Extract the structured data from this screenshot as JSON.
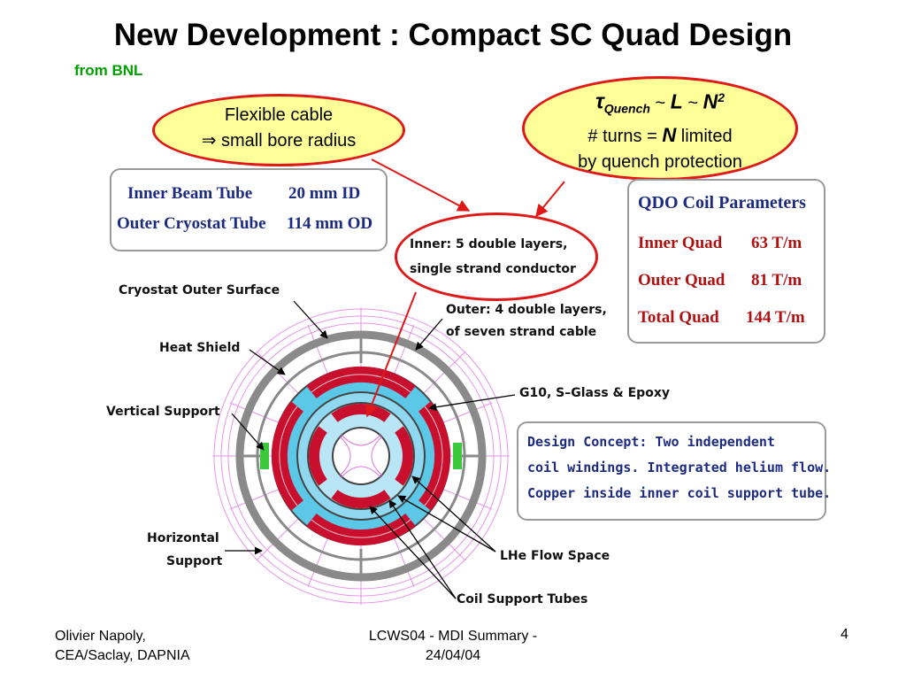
{
  "slide": {
    "title": "New Development : Compact SC Quad Design",
    "subtitle": "from BNL"
  },
  "callout_left": {
    "line1": "Flexible cable",
    "arrow": "⇒",
    "line2": " small bore radius"
  },
  "callout_right": {
    "tau": "τ",
    "quench": "Quench",
    "tilde1": " ~ ",
    "L": "L",
    "tilde2": " ~ ",
    "N": "N",
    "exp": "2",
    "turns_prefix": "# turns = ",
    "turns_N": "N",
    "turns_suffix": "  limited",
    "line3": "by quench protection"
  },
  "tube_box": {
    "row1_label": "Inner Beam Tube",
    "row1_value": "20 mm ID",
    "row2_label": "Outer Cryostat Tube",
    "row2_value": "114 mm OD"
  },
  "coil_params": {
    "title": "QDO Coil Parameters",
    "rows": [
      {
        "label": "Inner Quad",
        "value": "63 T/m"
      },
      {
        "label": "Outer Quad",
        "value": "81 T/m"
      },
      {
        "label": "Total Quad",
        "value": "144 T/m"
      }
    ]
  },
  "inner_ellipse": {
    "line1": "Inner: 5 double layers,",
    "line2": "single strand conductor"
  },
  "diagram_labels": {
    "cryostat": "Cryostat Outer Surface",
    "heat_shield": "Heat Shield",
    "vertical_support": "Vertical Support",
    "horizontal_support_1": "Horizontal",
    "horizontal_support_2": "Support",
    "outer_1": "Outer: 4 double layers,",
    "outer_2": "of seven strand cable",
    "g10": "G10, S–Glass & Epoxy",
    "lhe": "LHe Flow Space",
    "coil_support": "Coil Support Tubes"
  },
  "design_concept": {
    "line1": "Design Concept: Two independent",
    "line2": "coil windings. Integrated helium flow.",
    "line3": "Copper inside inner coil support tube."
  },
  "footer": {
    "author_1": "Olivier Napoly,",
    "author_2": "CEA/Saclay, DAPNIA",
    "event_1": "LCWS04 - MDI Summary -",
    "event_2": "24/04/04",
    "page": "4"
  },
  "colors": {
    "callout_fill": "#ffff99",
    "callout_border": "#e01818",
    "navy_text": "#1c2a80",
    "red_text": "#b01010",
    "subtitle_green": "#00a000",
    "coil_red": "#c8102e",
    "epoxy_cyan": "#5bc8e8",
    "field_lines": "#e070e0"
  }
}
